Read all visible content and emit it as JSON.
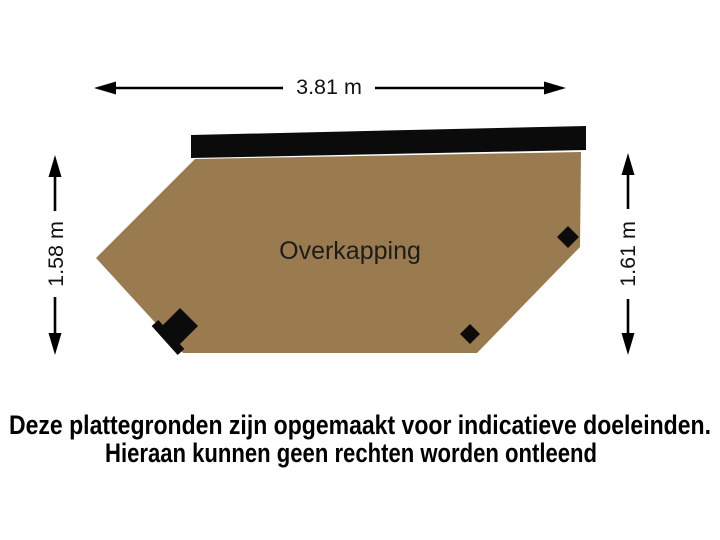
{
  "canvas": {
    "background": "#ffffff"
  },
  "floorplan": {
    "room_label": "Overkapping",
    "colors": {
      "floor": "#997b4f",
      "beam": "#0b0b0b",
      "post": "#0b0b0b",
      "dimension_line": "#000000",
      "label_background": "#ffffff",
      "label_text": "#111111",
      "room_label_text": "#1c1c1c",
      "disclaimer_text": "#000000"
    },
    "dimensions": {
      "width_top": "3.81 m",
      "height_left": "1.58 m",
      "height_right": "1.61 m"
    },
    "disclaimer": {
      "line1": "Deze plattegronden zijn opgemaakt voor indicatieve doeleinden.",
      "line2": "Hieraan kunnen geen rechten worden ontleend"
    }
  }
}
